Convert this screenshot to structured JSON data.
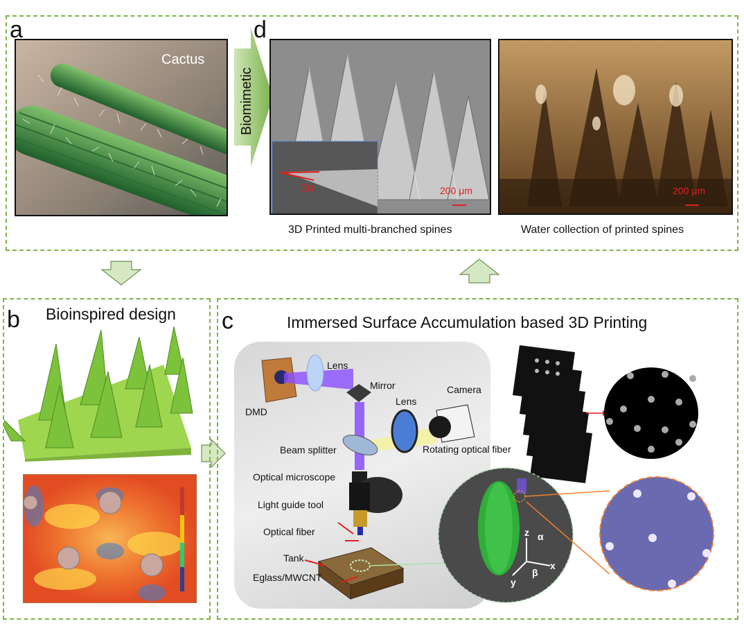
{
  "panels": {
    "a": {
      "label": "a",
      "photo_text": "Cactus"
    },
    "d": {
      "label": "d",
      "arrow_text": "Biomimetic",
      "sem": {
        "angle_label": "2α",
        "scale_bar": "200 μm",
        "caption": "3D Printed multi-branched spines"
      },
      "water": {
        "scale_bar": "200 μm",
        "caption": "Water collection of printed spines"
      }
    },
    "b": {
      "label": "b",
      "title": "Bioinspired design"
    },
    "c": {
      "label": "c",
      "title": "Immersed Surface Accumulation based 3D Printing",
      "components": {
        "dmd": "DMD",
        "lens1": "Lens",
        "mirror": "Mirror",
        "lens2": "Lens",
        "camera": "Camera",
        "beam_splitter": "Beam splitter",
        "rotating_fiber": "Rotating optical fiber",
        "microscope": "Optical microscope",
        "light_guide": "Light guide tool",
        "optical_fiber": "Optical fiber",
        "tank": "Tank",
        "material": "Eglass/MWCNT"
      },
      "axes": {
        "z": "z",
        "alpha": "α",
        "x": "x",
        "y": "y",
        "beta": "β"
      }
    }
  },
  "colors": {
    "dashed_border": "#7fb24a",
    "arrow_fill": "#d6e8c3",
    "arrow_stroke": "#6f8f55",
    "laser": "#8a4dff",
    "annotation_red": "#e02020",
    "cactus_green": "#3f9a3a",
    "design_green": "#9ed64f"
  },
  "icons": [
    "down-arrow-icon",
    "up-arrow-icon",
    "right-arrow-icon",
    "biomimetic-arrow-icon"
  ]
}
